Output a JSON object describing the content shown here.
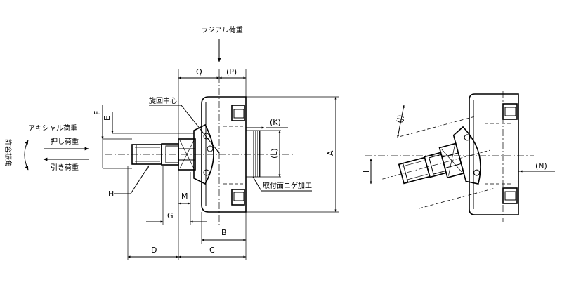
{
  "labels": {
    "radial_load": "ラジアル荷重",
    "axial_load": "アキシャル荷重",
    "push_load": "押し荷重",
    "pull_load": "引き荷重",
    "allowable_swing_angle": "許容振角",
    "rotation_center": "旋回中心",
    "mounting_face": "取付面ニゲ加工"
  },
  "dimensions": {
    "Q": "Q",
    "P": "(P)",
    "K": "(K)",
    "L": "(L)",
    "A": "A",
    "F": "F",
    "E": "E",
    "H": "H",
    "M": "M",
    "G": "G",
    "B": "B",
    "D": "D",
    "C": "C",
    "J": "(J)",
    "I": "I",
    "N": "(N)"
  }
}
